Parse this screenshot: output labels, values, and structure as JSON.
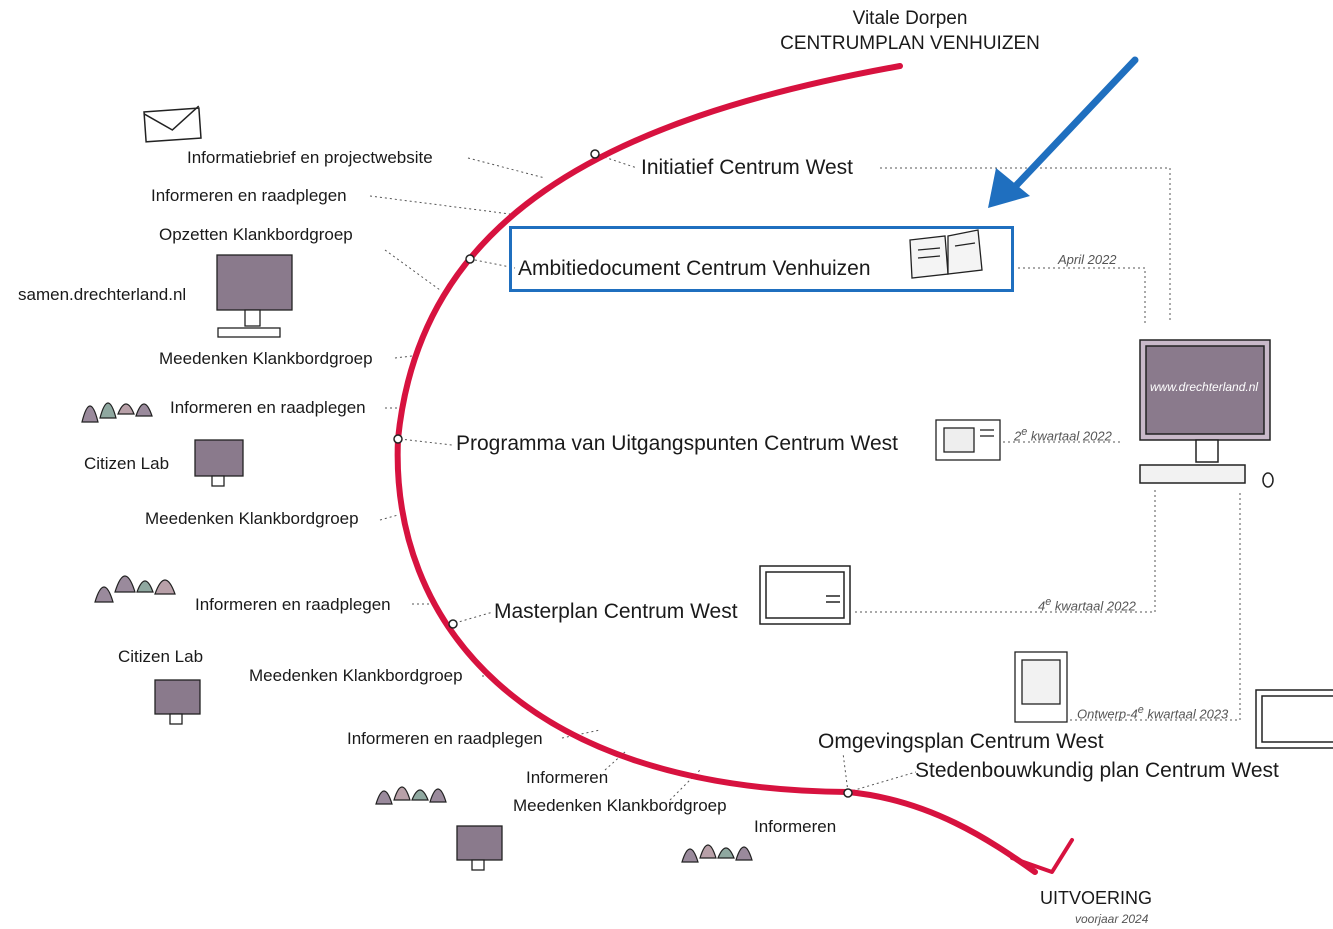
{
  "title": {
    "line1": "Vitale Dorpen",
    "line2": "CENTRUMPLAN VENHUIZEN"
  },
  "milestones": {
    "initiatief": "Initiatief Centrum West",
    "ambitie": "Ambitiedocument Centrum Venhuizen",
    "pvu": "Programma van Uitgangspunten Centrum West",
    "masterplan": "Masterplan Centrum West",
    "omgevingsplan": "Omgevingsplan Centrum West",
    "stedenbouw": "Stedenbouwkundig plan Centrum West"
  },
  "dates": {
    "april": "April 2022",
    "kw2_pre": "2",
    "kw2_sup": "e",
    "kw2_post": " kwartaal 2022",
    "kw4_pre": "4",
    "kw4_sup": "e",
    "kw4_post": " kwartaal 2022",
    "ontw_pre": "Ontwerp-4",
    "ontw_sup": "e",
    "ontw_post": " kwartaal 2023"
  },
  "participation": {
    "informatiebrief": "Informatiebrief en projectwebsite",
    "informeren1": "Informeren en raadplegen",
    "opzetten": "Opzetten Klankbordgroep",
    "samen": "samen.drechterland.nl",
    "meedenken1": "Meedenken Klankbordgroep",
    "informeren2": "Informeren en raadplegen",
    "citizen1": "Citizen Lab",
    "meedenken2": "Meedenken Klankbordgroep",
    "informeren3": "Informeren en raadplegen",
    "citizen2": "Citizen Lab",
    "meedenken3": "Meedenken Klankbordgroep",
    "informeren4": "Informeren en raadplegen",
    "informeren5": "Informeren",
    "meedenken4": "Meedenken Klankbordgroep",
    "informeren6": "Informeren"
  },
  "website": "www.drechterland.nl",
  "end": {
    "label": "UITVOERING",
    "sub": "voorjaar 2024"
  },
  "colors": {
    "curve": "#d7123f",
    "highlight": "#1f6fbf",
    "arrow": "#1f6fbf",
    "screen": "#8a7a8c",
    "people": [
      "#9a8a9c",
      "#8fa8a0",
      "#b8a0a8"
    ]
  }
}
